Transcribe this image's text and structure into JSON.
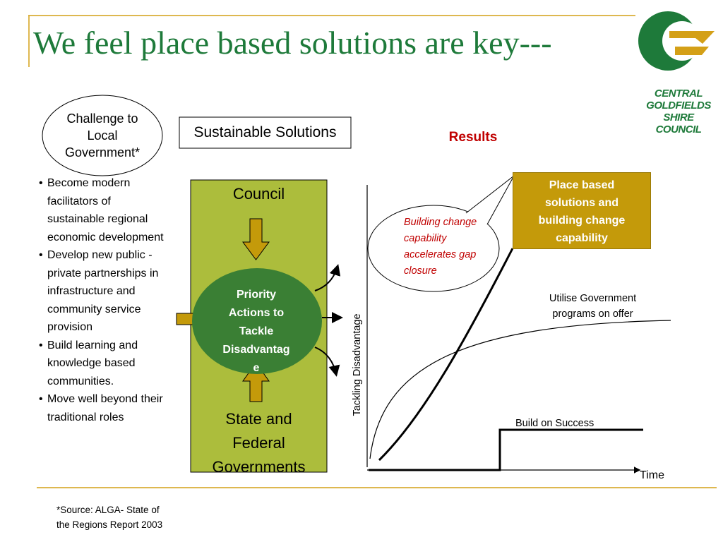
{
  "title": "We feel place based solutions are key---",
  "challenge": [
    "Challenge to",
    "Local",
    "Government*"
  ],
  "sustainable_solutions": "Sustainable Solutions",
  "results_label": "Results",
  "bullets": [
    "Become modern facilitators of sustainable regional economic development",
    "Develop new public - private partnerships in infrastructure and community service provision",
    "Build learning and knowledge based communities.",
    "Move well beyond their traditional roles"
  ],
  "council_label": "Council",
  "state_label": [
    "State and",
    "Federal",
    "Governments"
  ],
  "priority": [
    "Priority",
    "Actions to",
    "Tackle",
    "Disadvantag",
    "e"
  ],
  "callout": [
    "Building change",
    "capability",
    "accelerates gap",
    "closure"
  ],
  "place_based_box": [
    "Place based",
    "solutions and",
    "building change",
    "capability"
  ],
  "gov_programs": [
    "Utilise  Government",
    "programs on offer"
  ],
  "build_on_success": "Build on Success",
  "time_label": "Time",
  "y_axis_label": "Tackling Disadvantage",
  "footnote": [
    "*Source: ALGA- State of",
    "the Regions Report 2003"
  ],
  "logo_text": [
    "CENTRAL",
    "GOLDFIELDS",
    "SHIRE",
    "COUNCIL"
  ],
  "colors": {
    "title_green": "#1e7a3a",
    "panel_green": "#acbd3c",
    "oval_green": "#3a7f34",
    "gold": "#c49a0a",
    "red": "#c00000",
    "rule_gold": "#d4a017"
  }
}
